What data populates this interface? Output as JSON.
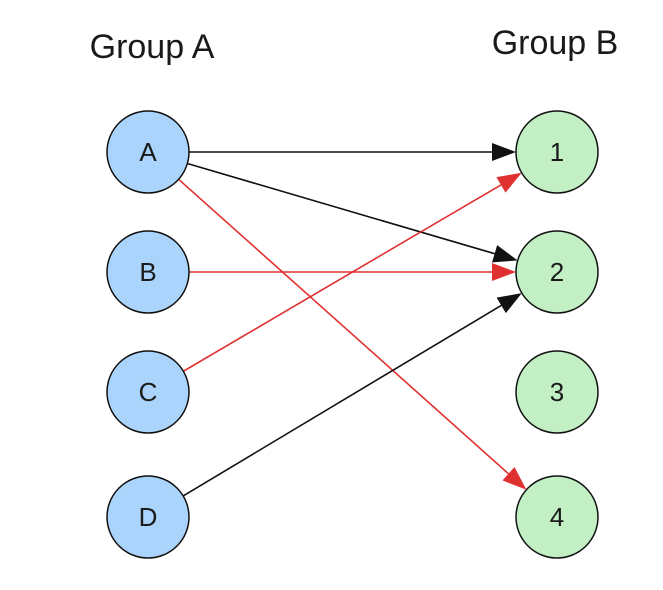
{
  "groups": {
    "a": {
      "title": "Group A",
      "fill": "#aad4fb"
    },
    "b": {
      "title": "Group B",
      "fill": "#c2f0c4"
    }
  },
  "nodes": [
    {
      "id": "A",
      "label": "A",
      "group": "a"
    },
    {
      "id": "B",
      "label": "B",
      "group": "a"
    },
    {
      "id": "C",
      "label": "C",
      "group": "a"
    },
    {
      "id": "D",
      "label": "D",
      "group": "a"
    },
    {
      "id": "1",
      "label": "1",
      "group": "b"
    },
    {
      "id": "2",
      "label": "2",
      "group": "b"
    },
    {
      "id": "3",
      "label": "3",
      "group": "b"
    },
    {
      "id": "4",
      "label": "4",
      "group": "b"
    }
  ],
  "edges": [
    {
      "from": "A",
      "to": "1",
      "color": "#111111"
    },
    {
      "from": "A",
      "to": "2",
      "color": "#111111"
    },
    {
      "from": "A",
      "to": "4",
      "color": "#e03131"
    },
    {
      "from": "B",
      "to": "2",
      "color": "#e03131"
    },
    {
      "from": "C",
      "to": "1",
      "color": "#e03131"
    },
    {
      "from": "D",
      "to": "2",
      "color": "#111111"
    }
  ]
}
